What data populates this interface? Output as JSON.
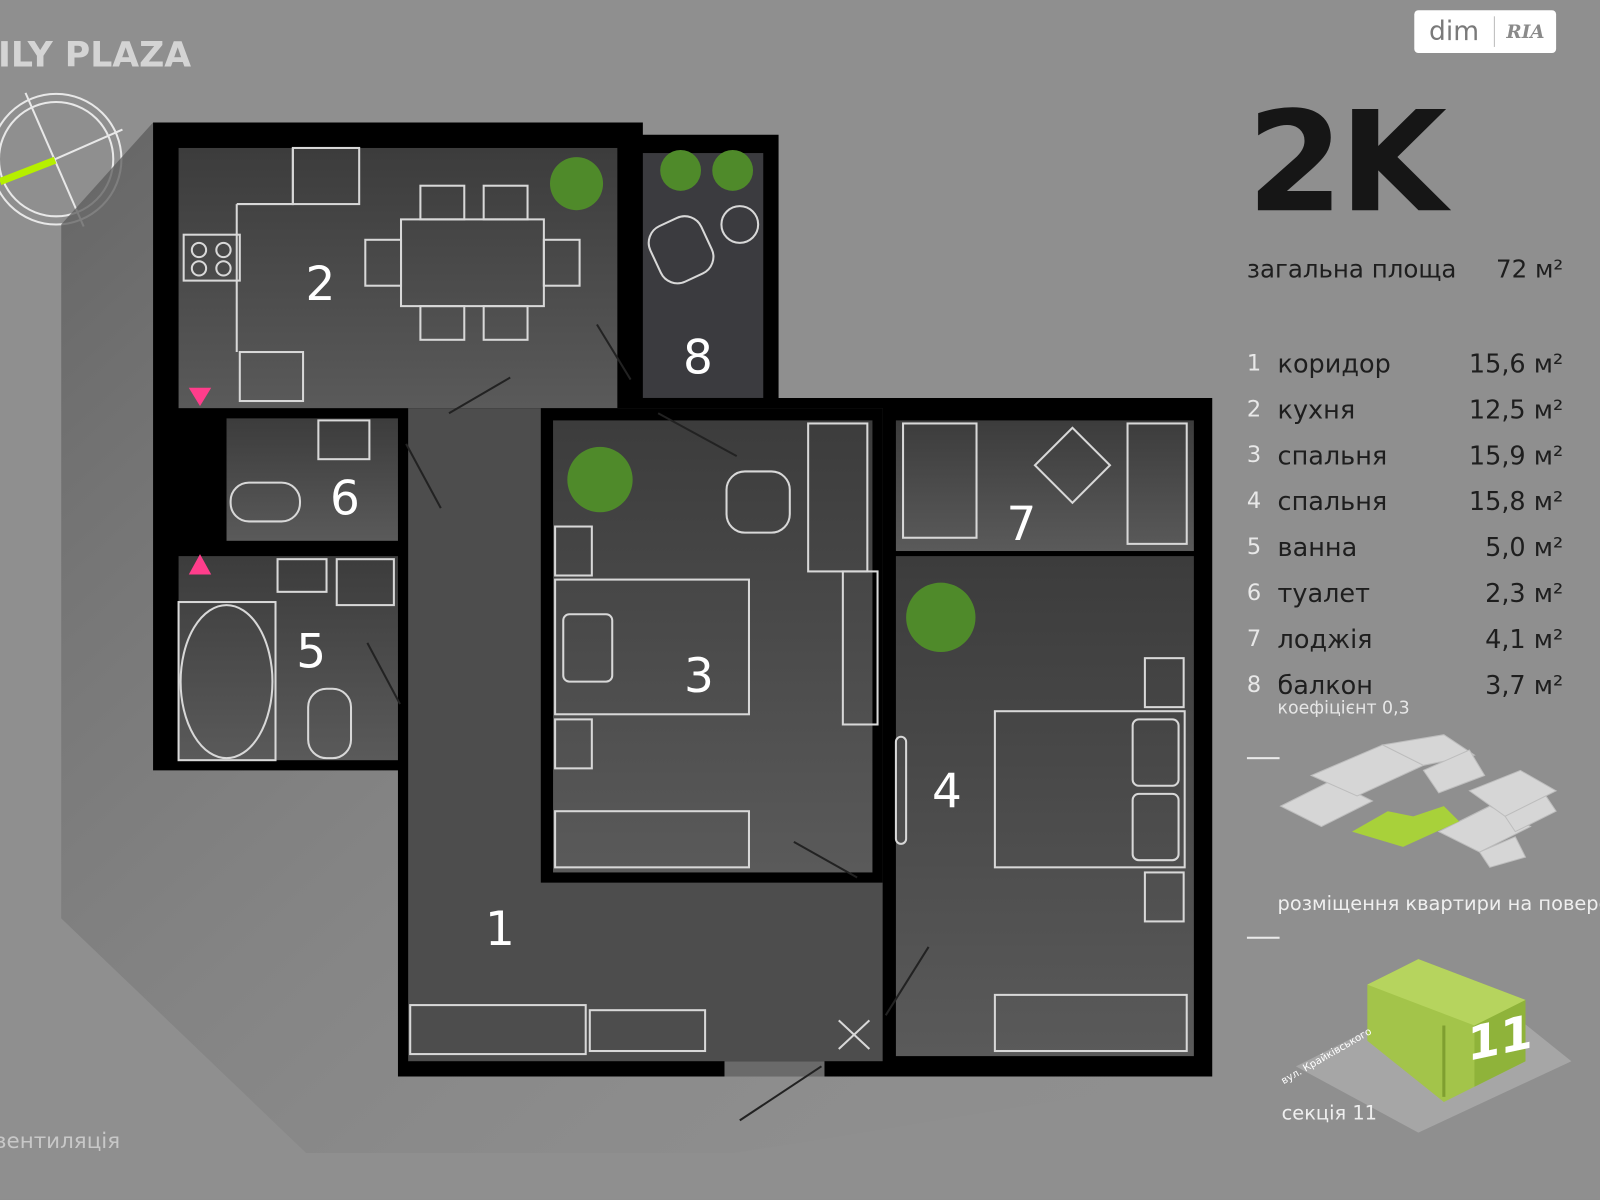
{
  "brand": "ILY PLAZA",
  "logo": {
    "left": "dim",
    "right": "RIA"
  },
  "apartment": {
    "type": "2K",
    "total_area_label": "загальна площа",
    "total_area": "72 м²"
  },
  "rooms": [
    {
      "number": "1",
      "name": "коридор",
      "area": "15,6 м²"
    },
    {
      "number": "2",
      "name": "кухня",
      "area": "12,5 м²"
    },
    {
      "number": "3",
      "name": "спальня",
      "area": "15,9 м²"
    },
    {
      "number": "4",
      "name": "спальня",
      "area": "15,8 м²"
    },
    {
      "number": "5",
      "name": "ванна",
      "area": "5,0 м²"
    },
    {
      "number": "6",
      "name": "туалет",
      "area": "2,3 м²"
    },
    {
      "number": "7",
      "name": "лоджія",
      "area": "4,1 м²"
    },
    {
      "number": "8",
      "name": "балкон",
      "area": "3,7 м²"
    }
  ],
  "balcony_coefficient": "коефіцієнт 0,3",
  "floor_location_caption": "розміщення квартири на поверсі",
  "section": {
    "caption": "секція 11",
    "number": "11",
    "street": "вул. Крайківського"
  },
  "ventilation_label": "вентиляція",
  "colors": {
    "accent": "#a8d13a",
    "building": "#a3c44a",
    "marker": "#ff3d8b",
    "wall": "#000000",
    "background": "#8f8f8f"
  }
}
